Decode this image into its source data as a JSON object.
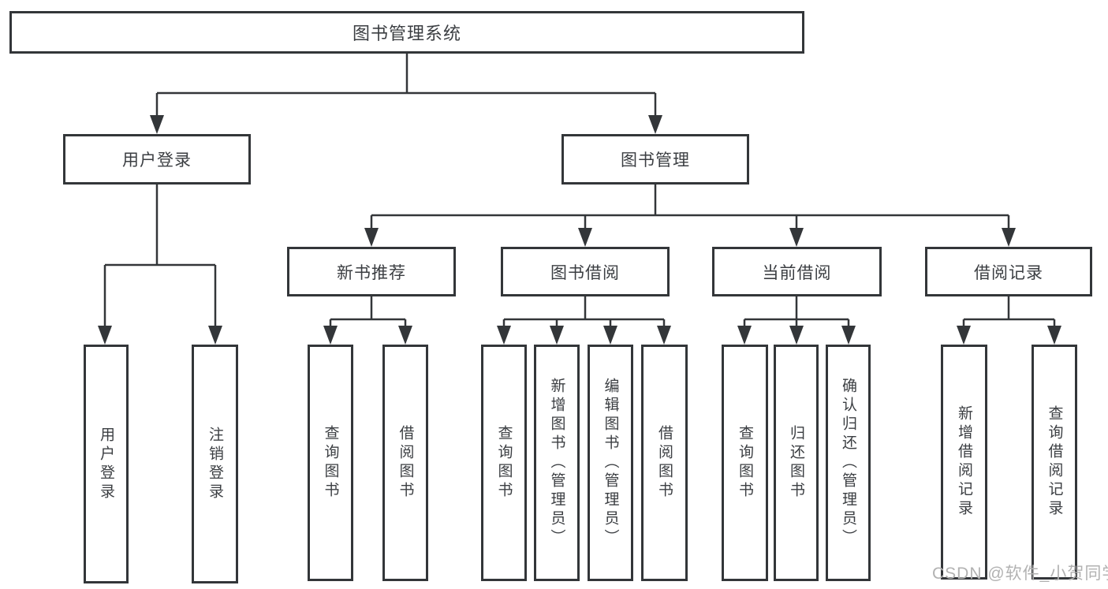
{
  "diagram": {
    "title": "图书管理系统",
    "watermark": "CSDN @软件_小贺同学",
    "colors": {
      "background": "#ffffff",
      "line": "#333639",
      "text": "#3b3e42",
      "watermark": "#b2b2b2"
    },
    "nodes": {
      "root": {
        "label": "图书管理系统"
      },
      "user_login": {
        "label": "用户登录"
      },
      "book_mgmt": {
        "label": "图书管理"
      },
      "new_book_rec": {
        "label": "新书推荐"
      },
      "book_borrow": {
        "label": "图书借阅"
      },
      "current_borrow": {
        "label": "当前借阅"
      },
      "borrow_records": {
        "label": "借阅记录"
      },
      "leaf_user_login": {
        "label": "用户登录"
      },
      "leaf_logout": {
        "label": "注销登录"
      },
      "leaf_nbr_query": {
        "label": "查询图书"
      },
      "leaf_nbr_borrow": {
        "label": "借阅图书"
      },
      "leaf_bb_query": {
        "label": "查询图书"
      },
      "leaf_bb_add": {
        "label": "新增图书（管理员）"
      },
      "leaf_bb_edit": {
        "label": "编辑图书（管理员）"
      },
      "leaf_bb_borrow": {
        "label": "借阅图书"
      },
      "leaf_cb_query": {
        "label": "查询图书"
      },
      "leaf_cb_return": {
        "label": "归还图书"
      },
      "leaf_cb_confirm": {
        "label": "确认归还（管理员）"
      },
      "leaf_br_add": {
        "label": "新增借阅记录"
      },
      "leaf_br_query": {
        "label": "查询借阅记录"
      }
    },
    "hierarchy": {
      "图书管理系统": {
        "用户登录": [
          "用户登录",
          "注销登录"
        ],
        "图书管理": {
          "新书推荐": [
            "查询图书",
            "借阅图书"
          ],
          "图书借阅": [
            "查询图书",
            "新增图书（管理员）",
            "编辑图书（管理员）",
            "借阅图书"
          ],
          "当前借阅": [
            "查询图书",
            "归还图书",
            "确认归还（管理员）"
          ],
          "借阅记录": [
            "新增借阅记录",
            "查询借阅记录"
          ]
        }
      }
    }
  }
}
